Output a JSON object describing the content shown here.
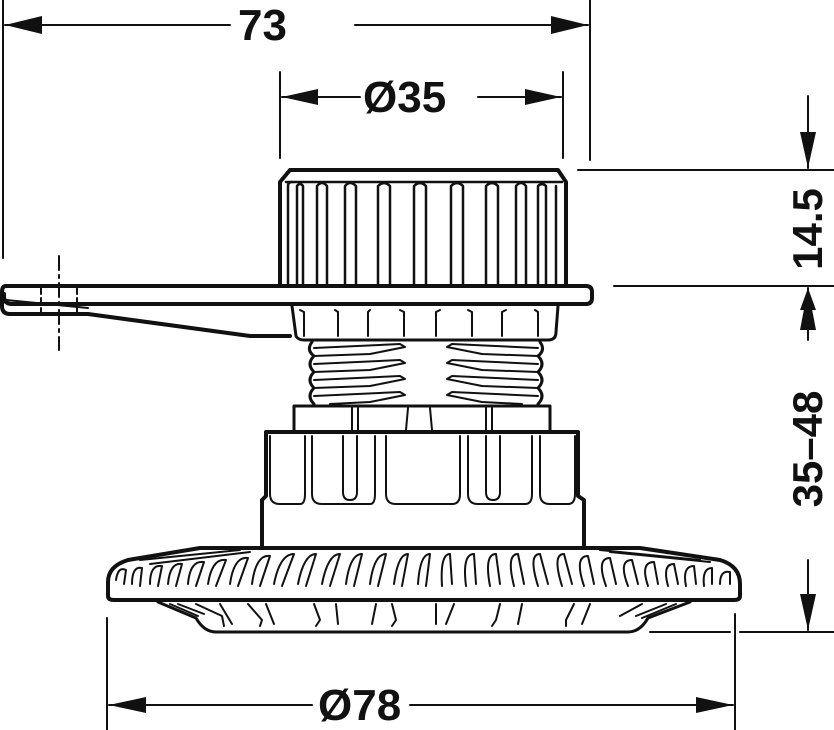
{
  "drawing": {
    "subject": "Adjustable levelling foot with mounting plate",
    "line_color": "#111111",
    "background": "#ffffff"
  },
  "dimensions": {
    "overall_width": {
      "label": "73",
      "orientation": "horizontal"
    },
    "knob_diameter": {
      "label": "Ø35",
      "orientation": "horizontal"
    },
    "knob_height": {
      "label": "14.5",
      "orientation": "vertical"
    },
    "adjustment_range": {
      "label": "35–48",
      "orientation": "vertical"
    },
    "base_diameter": {
      "label": "Ø78",
      "orientation": "horizontal"
    }
  }
}
